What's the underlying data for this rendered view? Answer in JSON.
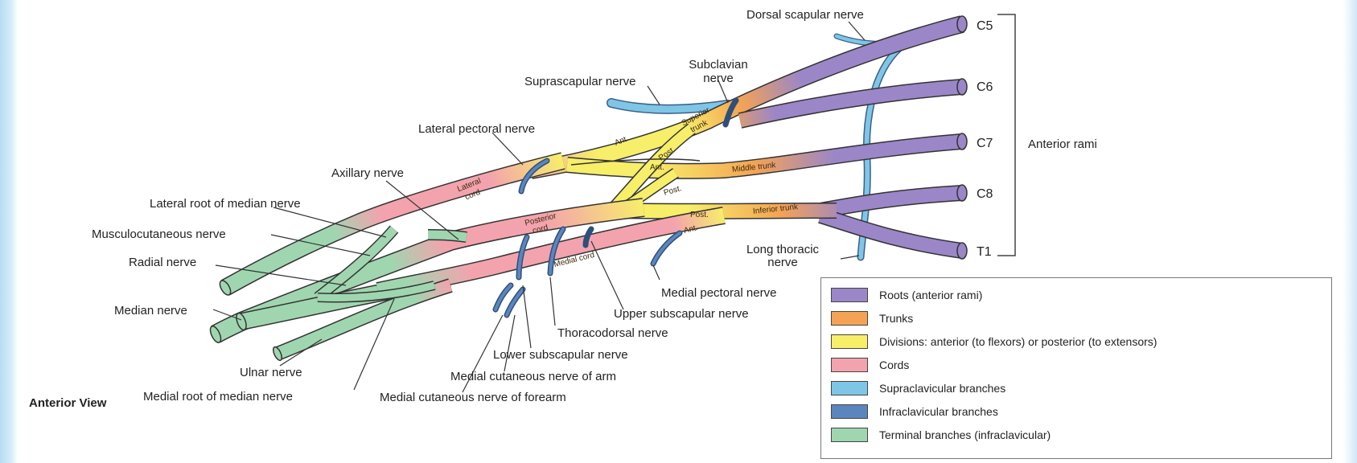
{
  "colors": {
    "roots": "#9b86c8",
    "trunks": "#f4a354",
    "divisions": "#f7ee6a",
    "cords": "#f3a3ad",
    "supraclavicular": "#7fc6e6",
    "infraclavicular": "#5b86bd",
    "terminal": "#9fd6b0"
  },
  "roots": {
    "c5": "C5",
    "c6": "C6",
    "c7": "C7",
    "c8": "C8",
    "t1": "T1",
    "anterior_rami": "Anterior rami"
  },
  "labels": {
    "dorsal_scapular": "Dorsal scapular nerve",
    "subclavian_1": "Subclavian",
    "subclavian_2": "nerve",
    "suprascapular": "Suprascapular nerve",
    "lateral_pectoral": "Lateral pectoral nerve",
    "axillary": "Axillary nerve",
    "lateral_root_median": "Lateral root of median nerve",
    "musculocutaneous": "Musculocutaneous nerve",
    "radial": "Radial nerve",
    "median": "Median nerve",
    "ulnar": "Ulnar nerve",
    "medial_root_median": "Medial root of median nerve",
    "medial_cutaneous_forearm": "Medial cutaneous nerve of forearm",
    "medial_cutaneous_arm": "Medial cutaneous nerve of arm",
    "lower_subscapular": "Lower subscapular nerve",
    "thoracodorsal": "Thoracodorsal nerve",
    "upper_subscapular": "Upper subscapular nerve",
    "medial_pectoral": "Medial pectoral nerve",
    "long_thoracic_1": "Long thoracic",
    "long_thoracic_2": "nerve",
    "anterior_view": "Anterior View"
  },
  "inner_labels": {
    "superior_trunk_1": "Superior",
    "superior_trunk_2": "trunk",
    "middle_trunk": "Middle trunk",
    "inferior_trunk": "Inferior trunk",
    "ant_1": "Ant.",
    "ant_2": "Ant.",
    "ant_3": "Ant.",
    "post_1": "Post.",
    "post_2": "Post.",
    "post_3": "Post.",
    "lateral_cord_1": "Lateral",
    "lateral_cord_2": "cord",
    "posterior_cord_1": "Posterior",
    "posterior_cord_2": "cord",
    "medial_cord": "Medial cord"
  },
  "legend": [
    {
      "label": "Roots (anterior rami)",
      "color": "#9b86c8"
    },
    {
      "label": "Trunks",
      "color": "#f4a354"
    },
    {
      "label": "Divisions: anterior (to flexors) or posterior (to extensors)",
      "color": "#f7ee6a"
    },
    {
      "label": "Cords",
      "color": "#f3a3ad"
    },
    {
      "label": "Supraclavicular branches",
      "color": "#7fc6e6"
    },
    {
      "label": "Infraclavicular branches",
      "color": "#5b86bd"
    },
    {
      "label": "Terminal branches (infraclavicular)",
      "color": "#9fd6b0"
    }
  ]
}
